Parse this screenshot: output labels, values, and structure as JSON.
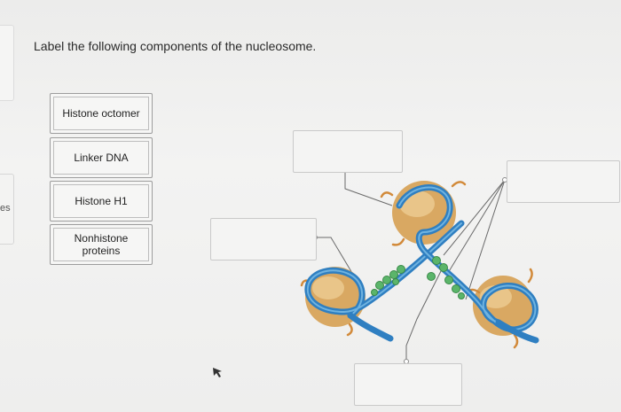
{
  "question": {
    "text": "Label the following components of the nucleosome."
  },
  "sidebar": {
    "tab_text": "es"
  },
  "label_options": [
    {
      "text": "Histone octomer"
    },
    {
      "text": "Linker DNA"
    },
    {
      "text": "Histone H1"
    },
    {
      "text": "Nonhistone\nproteins"
    }
  ],
  "colors": {
    "dna": "#2f7fc1",
    "dna_light": "#6fb3e0",
    "histone": "#d9a862",
    "nonhistone": "#5bb56a",
    "tail": "#d28a3a"
  }
}
